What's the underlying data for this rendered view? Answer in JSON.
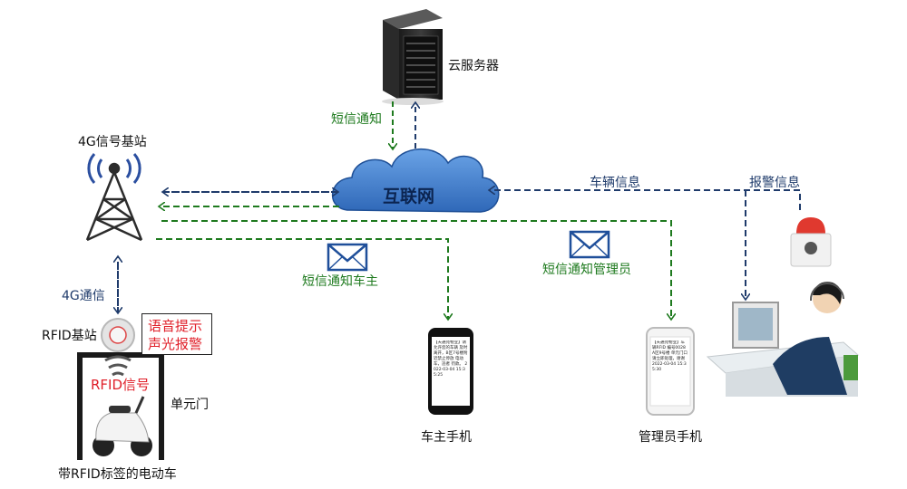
{
  "nodes": {
    "cloud_server": "云服务器",
    "internet": "互联网",
    "base_station_4g": "4G信号基站",
    "rfid_base": "RFID基站",
    "unit_door": "单元门",
    "ebike": "带RFID标签的电动车",
    "owner_phone": "车主手机",
    "admin_phone": "管理员手机"
  },
  "links": {
    "sms_notify": "短信通知",
    "vehicle_info": "车辆信息",
    "alarm_info": "报警信息",
    "comm_4g": "4G通信",
    "sms_owner": "短信通知车主",
    "sms_admin": "短信通知管理员"
  },
  "alerts": {
    "voice_prompt": "语音提示",
    "sound_light_alarm": "声光报警",
    "rfid_signal": "RFID信号"
  },
  "sms_text": {
    "owner": "【天通苑物业】请允许您的车辆 及时离开，B区7号楼附近禁止停放 电动车，违者 罚款。 2022-03-04 15:35:25",
    "admin": "【天通苑物业】车辆RFID 编号0028 A区9号楼 单元门口 请立即处理，谢谢 2022-03-04 15:35:30"
  },
  "colors": {
    "blue_line": "#1f3b6b",
    "green_line": "#1e7a1e",
    "cloud": "#3a78c2",
    "red_text": "#e0202a"
  }
}
